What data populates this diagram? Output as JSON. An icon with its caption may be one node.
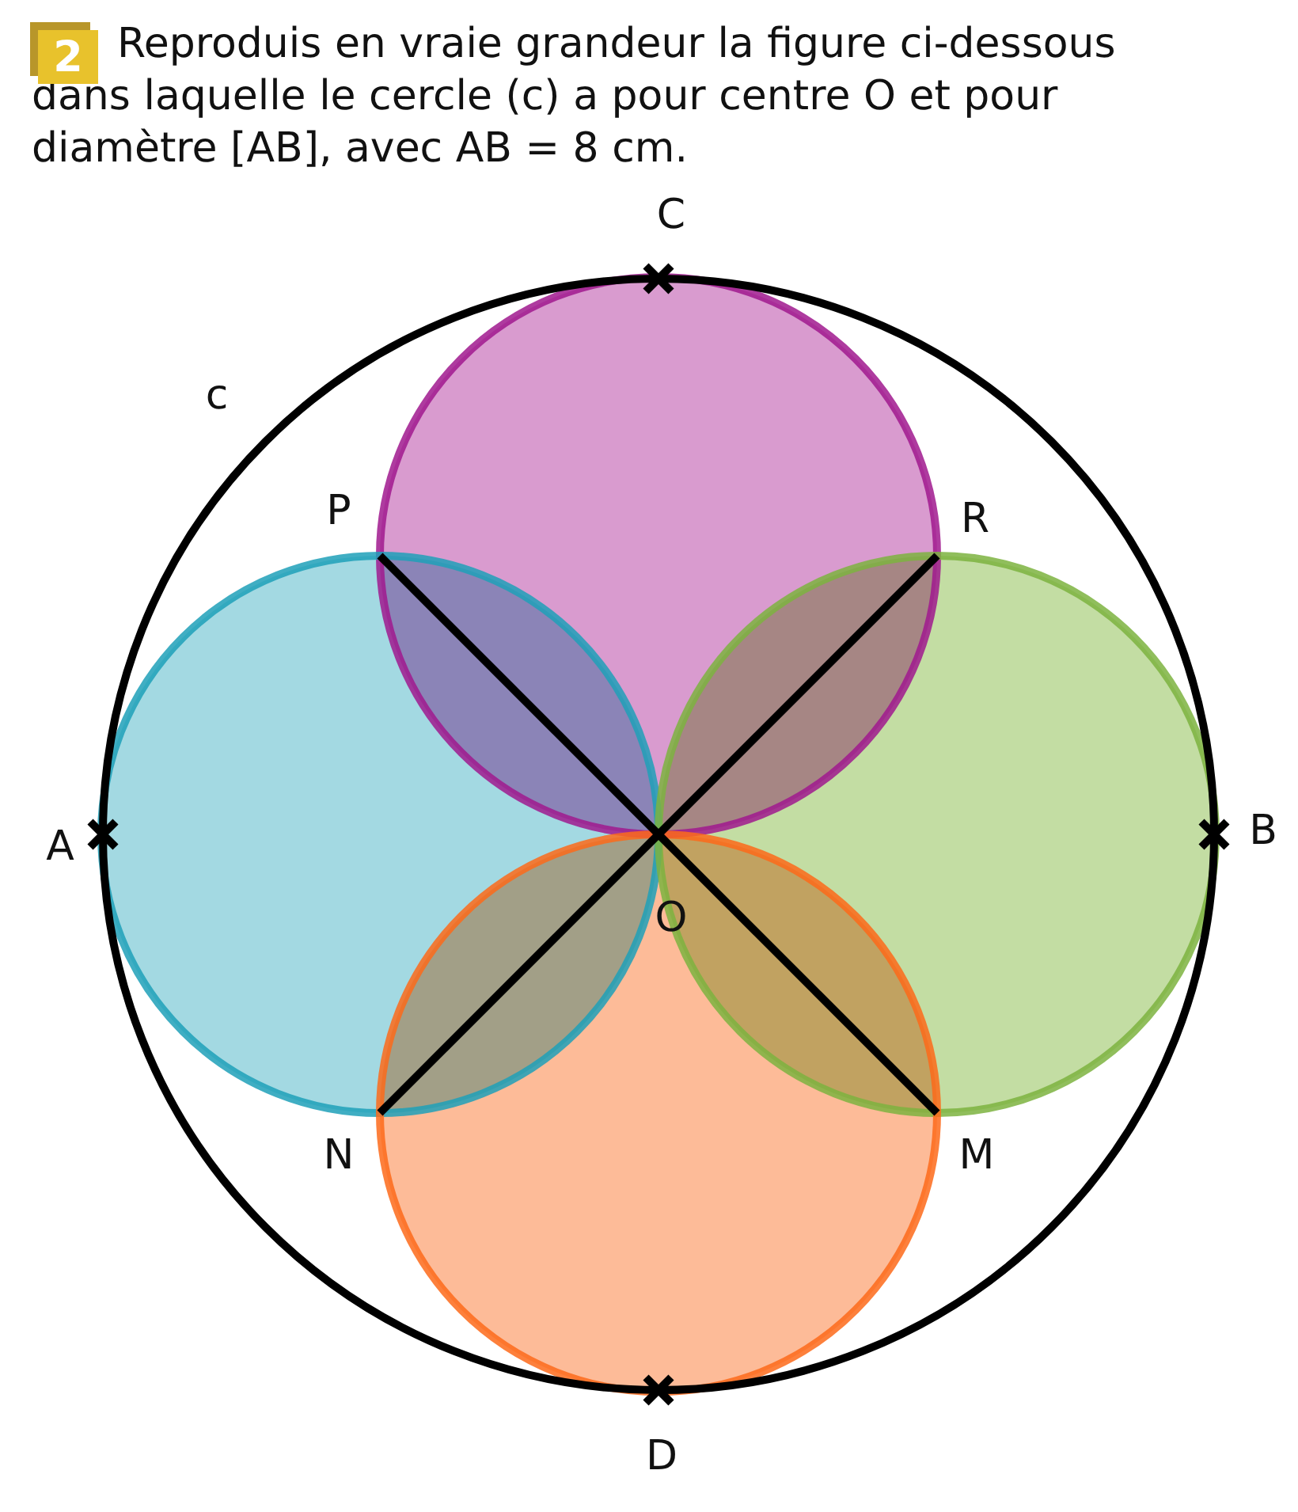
{
  "diagram": {
    "title": "Reproduis en vraie grandeur la figure ci-dessous dans laquelle le cercle (c) a pour centre O et pour diamètre [AB], avec AB = 8 cm.",
    "labels": [
      "2",
      "C",
      "c",
      "P",
      "R",
      "A",
      "B",
      "O",
      "N",
      "M",
      "D"
    ]
  }
}
